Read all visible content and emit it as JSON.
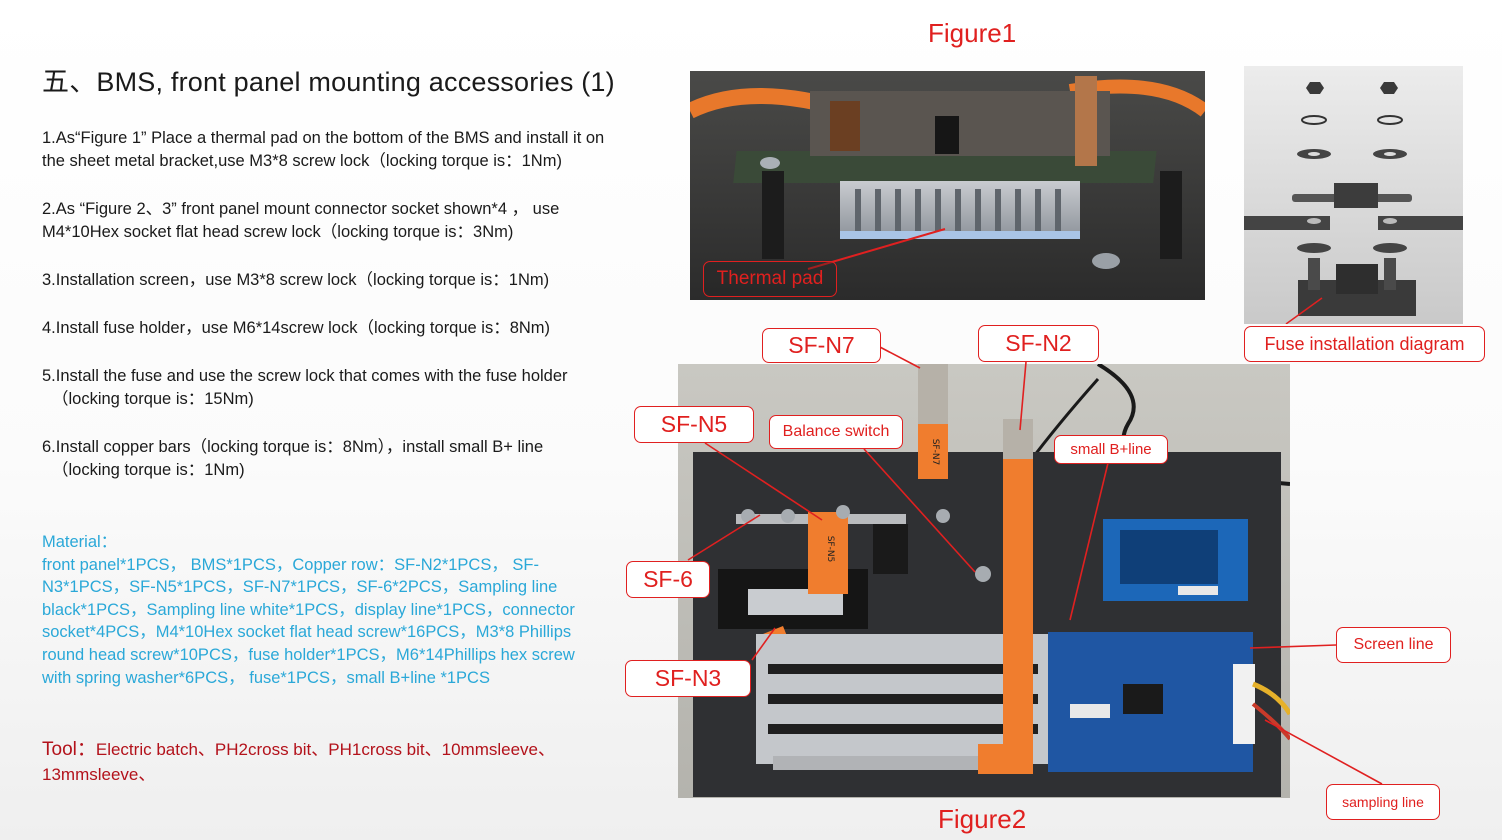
{
  "heading": "五、BMS, front panel mounting accessories (1)",
  "steps": [
    {
      "line1": "1.As“Figure 1” Place a thermal pad on the bottom of the BMS and install it on",
      "line2": "the sheet metal bracket,use M3*8 screw lock（locking torque is：1Nm)"
    },
    {
      "line1": "2.As “Figure 2、3” front panel mount connector socket shown*4 ， use",
      "line2": "M4*10Hex socket flat head screw lock（locking torque is：3Nm)"
    },
    {
      "line1": "3.Installation screen，use M3*8 screw lock（locking torque is：1Nm)"
    },
    {
      "line1": "4.Install fuse holder，use M6*14screw lock（locking torque is：8Nm)"
    },
    {
      "line1": "5.Install the fuse and use the screw lock that comes with the fuse holder",
      "line2": "（locking torque is：15Nm)"
    },
    {
      "line1": "6.Install copper bars（locking torque is：8Nm），install  small B+ line",
      "line2": "（locking torque is：1Nm)"
    }
  ],
  "material": {
    "label": "Material：",
    "text": "front panel*1PCS， BMS*1PCS，Copper row：SF-N2*1PCS， SF-N3*1PCS，SF-N5*1PCS，SF-N7*1PCS，SF-6*2PCS，Sampling line black*1PCS，Sampling line white*1PCS，display line*1PCS，connector socket*4PCS，M4*10Hex socket flat head screw*16PCS，M3*8 Phillips round head screw*10PCS，fuse holder*1PCS，M6*14Phillips hex screw with spring washer*6PCS， fuse*1PCS，small B+line *1PCS"
  },
  "tool": {
    "label": "Tool：",
    "text": "Electric batch、PH2cross bit、PH1cross bit、10mmsleeve、13mmsleeve、"
  },
  "figure1": {
    "caption": "Figure1",
    "callout": "Thermal pad"
  },
  "fuse_diagram": {
    "callout": "Fuse installation diagram"
  },
  "figure2": {
    "caption": "Figure2",
    "callouts": {
      "sf_n7": "SF-N7",
      "sf_n2": "SF-N2",
      "sf_n5": "SF-N5",
      "balance_switch": "Balance switch",
      "small_b_line": "small B+line",
      "sf_6": "SF-6",
      "screen_line": "Screen line",
      "sf_n3": "SF-N3",
      "sampling_line": "sampling line"
    },
    "bar_label_n7": "SF-N7",
    "bar_label_n5": "SF-N5"
  },
  "colors": {
    "callout_red": "#e0201f",
    "material_blue": "#2aa8d8",
    "tool_red": "#b3121b",
    "copper_orange": "#f07d2e",
    "pcb_blue": "#1f56a3"
  }
}
